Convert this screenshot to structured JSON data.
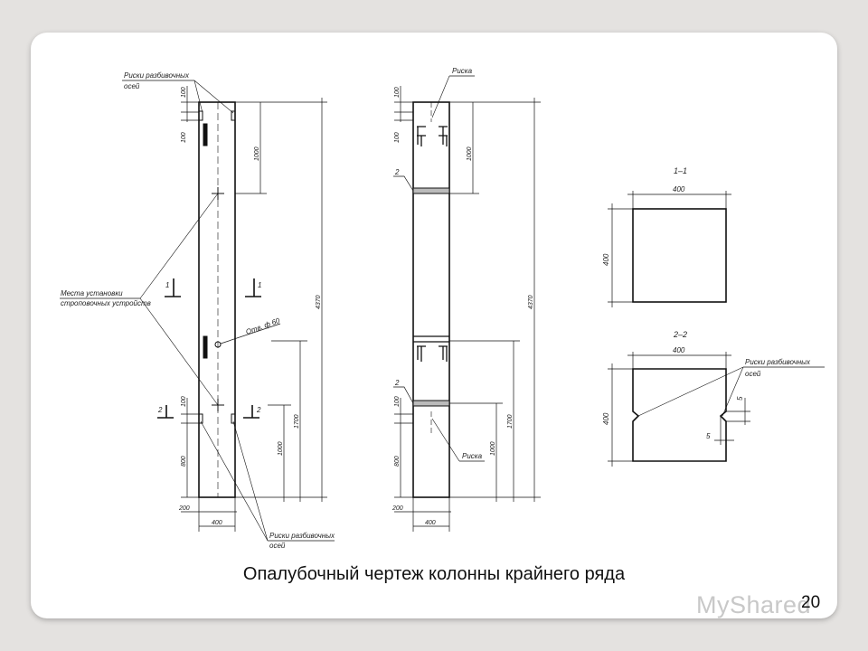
{
  "slide": {
    "caption": "Опалубочный чертеж колонны крайнего ряда",
    "page_number": "20",
    "watermark": "MyShared"
  },
  "drawing": {
    "labels": {
      "riski_axes": "Риски разбивочных",
      "osei": "осей",
      "riska": "Риска",
      "mesta_1": "Места установки",
      "mesta_2": "строповочных устройств",
      "otv": "Отв. ф 60",
      "section_1": "1–1",
      "section_2": "2–2",
      "mark_1": "1",
      "mark_2": "2"
    },
    "dimensions": {
      "d100": "100",
      "d1000": "1000",
      "d4370": "4370",
      "d1700": "1700",
      "d800": "800",
      "d200": "200",
      "d400": "400",
      "d5": "5"
    }
  }
}
